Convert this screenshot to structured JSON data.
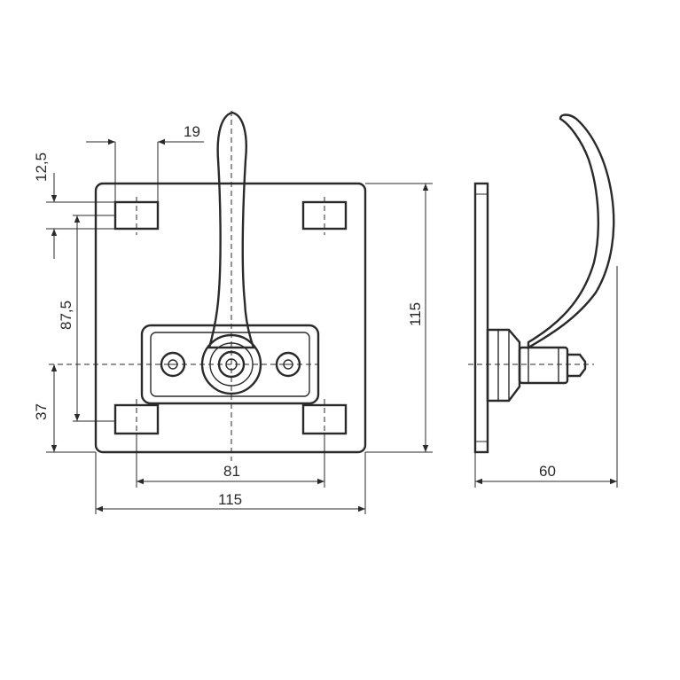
{
  "dimensions": {
    "top_offset": "19",
    "slot_offset": "12,5",
    "slot_spacing": "87,5",
    "lower_offset": "37",
    "plate_height": "115",
    "slot_pitch": "81",
    "plate_width": "115",
    "side_depth": "60"
  },
  "colors": {
    "line": "#2a2a2a",
    "background": "#ffffff"
  }
}
